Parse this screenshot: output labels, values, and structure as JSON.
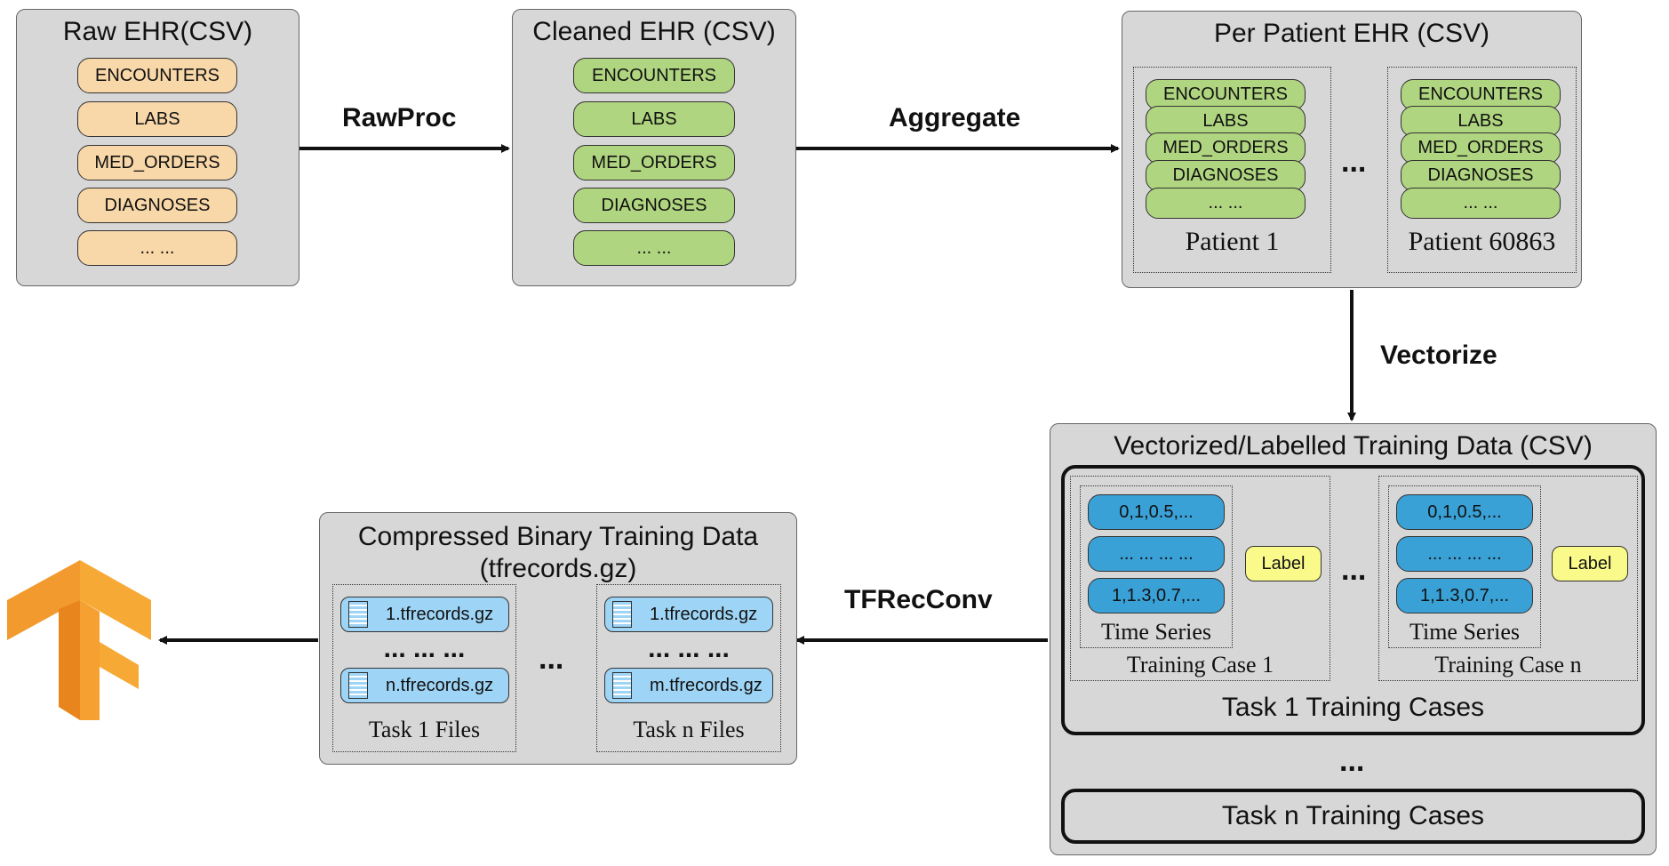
{
  "raw": {
    "title": "Raw EHR(CSV)",
    "items": [
      "ENCOUNTERS",
      "LABS",
      "MED_ORDERS",
      "DIAGNOSES",
      "... ..."
    ]
  },
  "cleaned": {
    "title": "Cleaned EHR (CSV)",
    "items": [
      "ENCOUNTERS",
      "LABS",
      "MED_ORDERS",
      "DIAGNOSES",
      "... ..."
    ]
  },
  "perpatient": {
    "title": "Per Patient EHR (CSV)",
    "items": [
      "ENCOUNTERS",
      "LABS",
      "MED_ORDERS",
      "DIAGNOSES",
      "... ..."
    ],
    "patient_first": "Patient 1",
    "patient_last": "Patient 60863",
    "ellipsis": "..."
  },
  "vectorized": {
    "title": "Vectorized/Labelled Training Data (CSV)",
    "series": [
      "0,1,0.5,...",
      "... ... ... ...",
      "1,1.3,0.7,..."
    ],
    "label": "Label",
    "time_series": "Time Series",
    "case_first": "Training Case 1",
    "case_last": "Training Case n",
    "ellipsis": "...",
    "task1": "Task 1 Training Cases",
    "tasks_ellipsis": "...",
    "taskn": "Task n Training Cases"
  },
  "compressed": {
    "title_line1": "Compressed Binary Training Data",
    "title_line2": "(tfrecords.gz)",
    "task1_first": "1.tfrecords.gz",
    "task1_last": "n.tfrecords.gz",
    "taskn_first": "1.tfrecords.gz",
    "taskn_last": "m.tfrecords.gz",
    "mid_dots": "... ... ...",
    "task1_label": "Task 1 Files",
    "taskn_label": "Task n Files",
    "ellipsis": "..."
  },
  "arrows": {
    "rawproc": "RawProc",
    "aggregate": "Aggregate",
    "vectorize": "Vectorize",
    "tfrecconv": "TFRecConv"
  },
  "colors": {
    "orange": "#f8d7a8",
    "green": "#b0d580",
    "blue": "#3aa1d6",
    "lightblue": "#9ed4f5",
    "yellow": "#fafa8a",
    "panel": "#d7d7d7",
    "tf_orange": "#f29a2e"
  },
  "icons": {
    "file": "file-icon",
    "logo": "tensorflow-logo"
  }
}
